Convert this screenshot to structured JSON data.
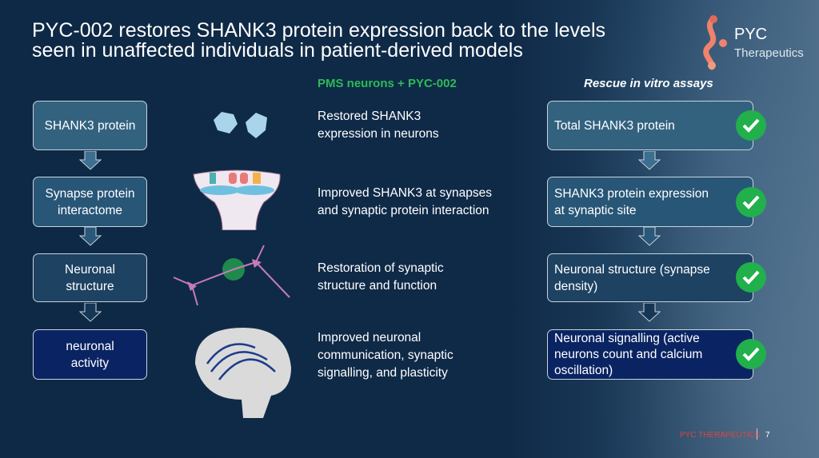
{
  "title": {
    "line1": "PYC-002 restores SHANK3 protein expression back to the levels",
    "line2": "seen in unaffected individuals in patient-derived models"
  },
  "logo": {
    "name": "PYC",
    "sub": "Therapeutics"
  },
  "headers": {
    "middle": "PMS neurons + PYC-002",
    "right": "Rescue in vitro assays"
  },
  "left_flow": [
    {
      "l1": "SHANK3 protein",
      "l2": ""
    },
    {
      "l1": "Synapse protein",
      "l2": "interactome"
    },
    {
      "l1": "Neuronal",
      "l2": "structure"
    },
    {
      "l1": "neuronal",
      "l2": "activity"
    }
  ],
  "middle_text": [
    {
      "l1": "Restored SHANK3",
      "l2": "expression in neurons",
      "l3": ""
    },
    {
      "l1": "Improved SHANK3 at synapses",
      "l2": "and synaptic protein interaction",
      "l3": ""
    },
    {
      "l1": "Restoration of synaptic",
      "l2": "structure and function",
      "l3": ""
    },
    {
      "l1": "Improved neuronal",
      "l2": "communication, synaptic",
      "l3": "signalling, and plasticity"
    }
  ],
  "right_flow": [
    {
      "l1": "Total SHANK3 protein",
      "l2": "",
      "l3": ""
    },
    {
      "l1": "SHANK3 protein expression",
      "l2": "at synaptic site",
      "l3": ""
    },
    {
      "l1": "Neuronal structure (synapse",
      "l2": "density)",
      "l3": ""
    },
    {
      "l1": "Neuronal signalling (active",
      "l2": "neurons count and calcium",
      "l3": "oscillation)"
    }
  ],
  "icons": {
    "check": "check-circle-icon",
    "arrow": "down-arrow-icon"
  },
  "colors": {
    "accent_green": "#21b04b",
    "brand_red": "#e0443e",
    "background": "#0f2a47"
  },
  "footer": {
    "company": "PYC THERAPEUTICS",
    "page": "7"
  }
}
